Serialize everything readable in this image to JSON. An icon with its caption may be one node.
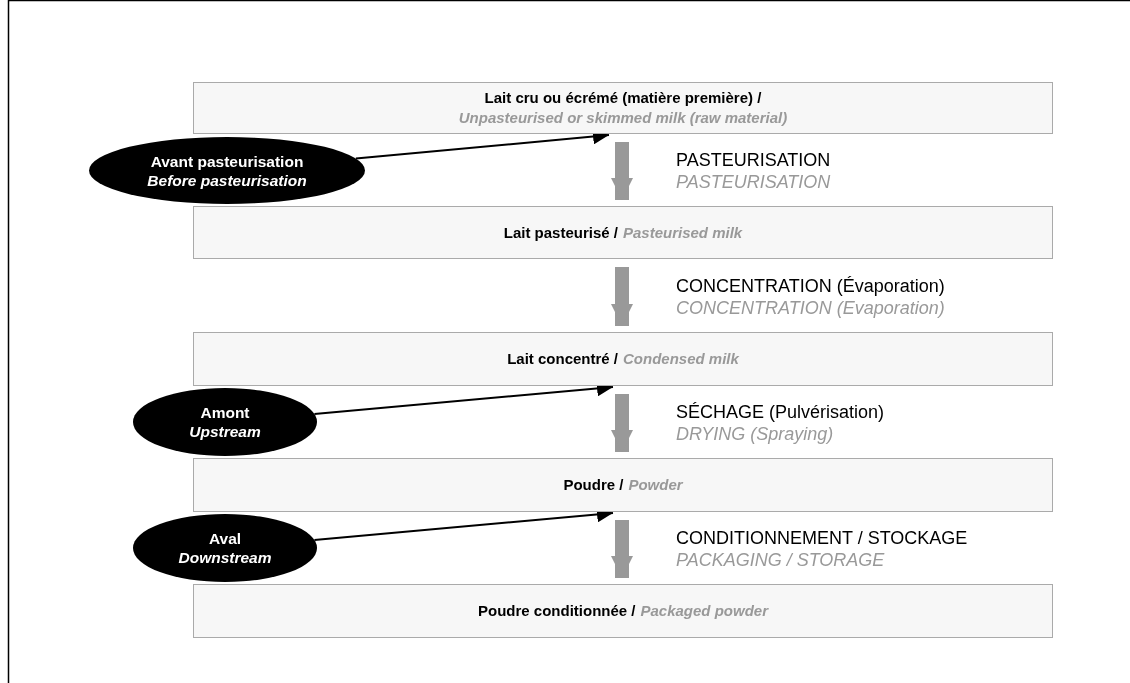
{
  "diagram": {
    "nodes": [
      {
        "text": [
          "Lait cru ou écrémé (matière première) /",
          "Unpasteurised or skimmed milk (raw material)"
        ]
      },
      {
        "text": [
          "Lait pasteurisé /",
          "Pasteurised milk"
        ]
      },
      {
        "text": [
          "Lait concentré /",
          "Condensed milk"
        ]
      },
      {
        "text": [
          "Poudre /",
          "Powder"
        ]
      },
      {
        "text": [
          "Poudre conditionnée /",
          "Packaged powder"
        ]
      },
      {
        "text": [
          "Avant pasteurisation",
          "Before pasteurisation"
        ]
      },
      {
        "text": [
          "Amont",
          "Upstream"
        ]
      },
      {
        "text": [
          "Aval",
          "Downstream"
        ]
      }
    ],
    "edges": [
      {
        "from": 0,
        "to": 1,
        "arrow": "to",
        "label": "PASTEURISATION *PASTEURISATION*"
      },
      {
        "from": 1,
        "to": 2,
        "arrow": "to",
        "label": "CONCENTRATION (Évaporation) *CONCENTRATION (Evaporation)*"
      },
      {
        "from": 2,
        "to": 3,
        "arrow": "to",
        "label": "SÉCHAGE (Pulvérisation) *DRYING (Spraying)*"
      },
      {
        "from": 3,
        "to": 4,
        "arrow": "to",
        "label": "CONDITIONNEMENT / STOCKAGE *PACKAGING / STORAGE*"
      },
      {
        "from": 5,
        "to": 0,
        "arrow": "to",
        "color": "#000000"
      },
      {
        "from": 6,
        "to": 2,
        "arrow": "to",
        "color": "#000000"
      },
      {
        "from": 7,
        "to": 3,
        "arrow": "to",
        "color": "#000000"
      }
    ]
  }
}
